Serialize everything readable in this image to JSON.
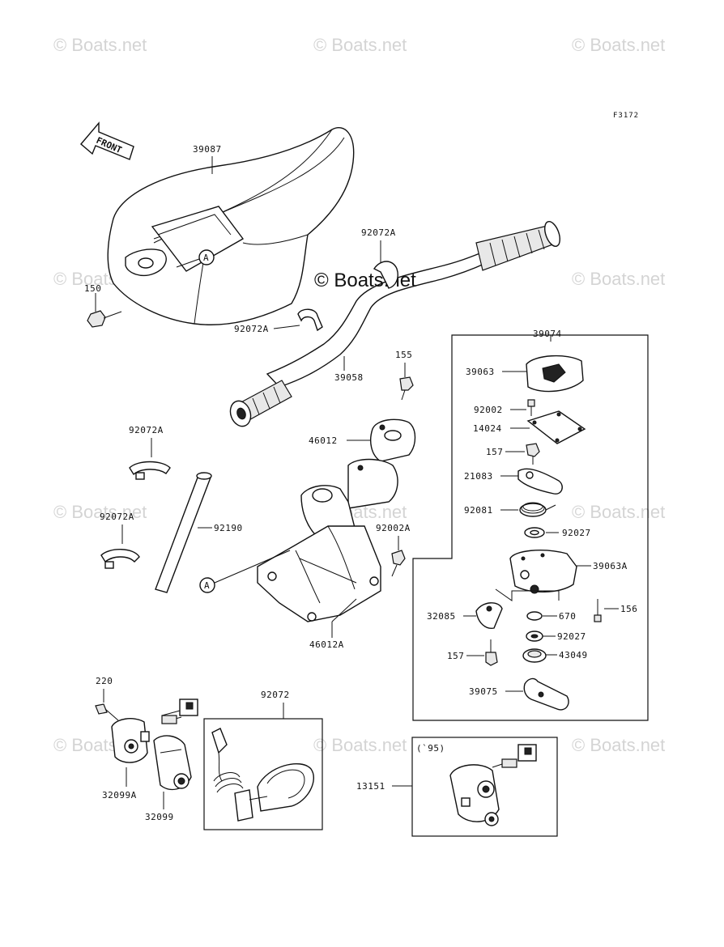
{
  "watermark": "© Boats.net",
  "figure_code": "F3172",
  "front_label": "FRONT",
  "ref_mark": "A",
  "note_95": "(`95)",
  "parts": {
    "p39087": "39087",
    "p150": "150",
    "p92072A_1": "92072A",
    "p92072A_2": "92072A",
    "p92072A_3": "92072A",
    "p92072A_4": "92072A",
    "p39058": "39058",
    "p155": "155",
    "p46012": "46012",
    "p92190": "92190",
    "p92002A": "92002A",
    "p46012A": "46012A",
    "p39074": "39074",
    "p39063": "39063",
    "p92002": "92002",
    "p14024": "14024",
    "p157_1": "157",
    "p21083": "21083",
    "p92081": "92081",
    "p92027_1": "92027",
    "p39063A": "39063A",
    "p32085": "32085",
    "p670": "670",
    "p156": "156",
    "p92027_2": "92027",
    "p157_2": "157",
    "p43049": "43049",
    "p39075": "39075",
    "p220": "220",
    "p32099A": "32099A",
    "p32099": "32099",
    "p92072": "92072",
    "p13151": "13151"
  }
}
